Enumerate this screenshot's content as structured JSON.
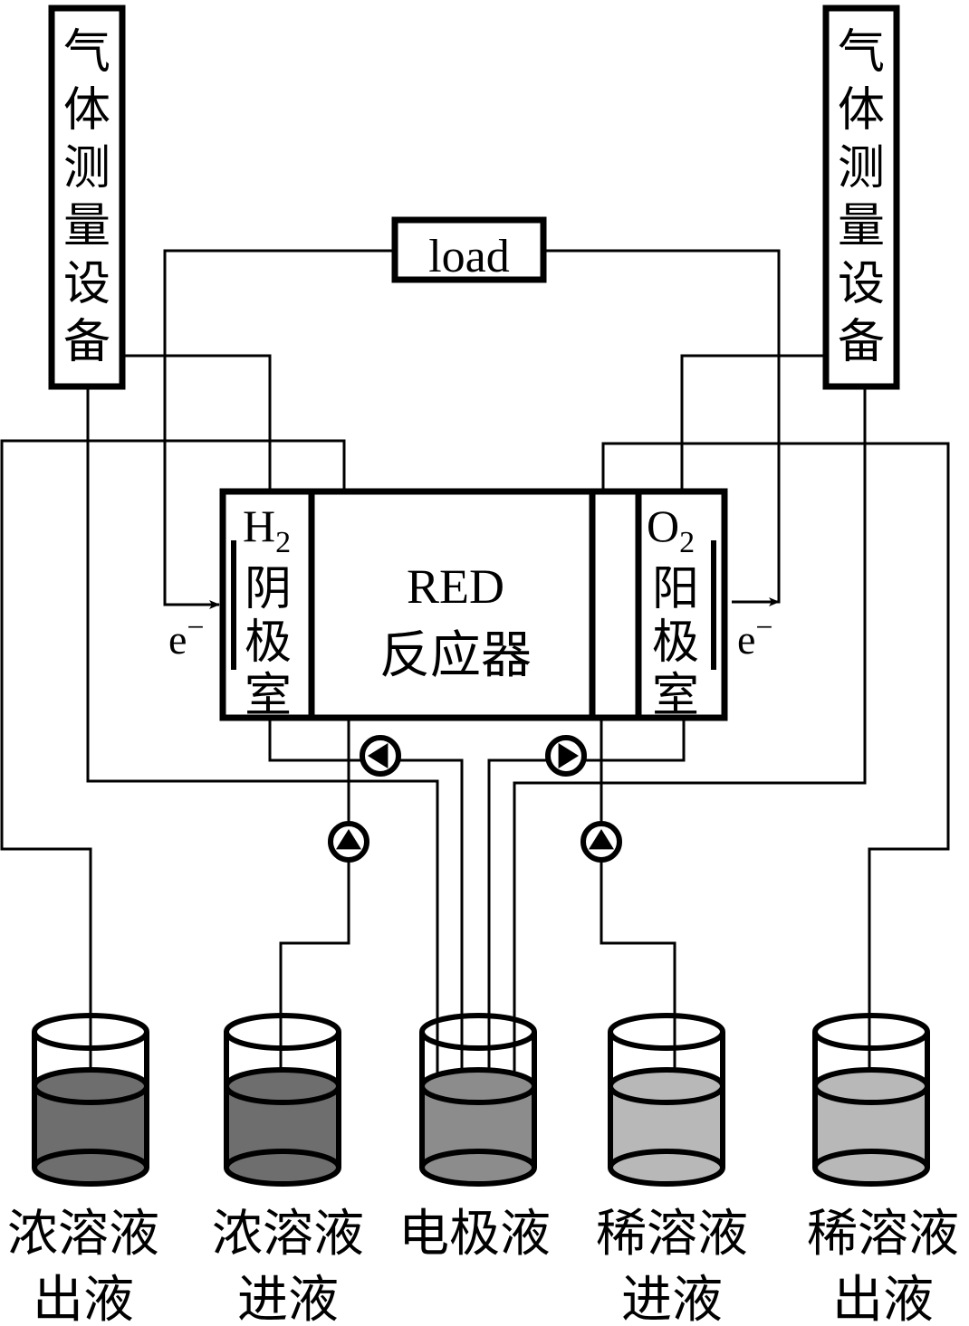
{
  "left_gas_device": {
    "label": "气体测量设备",
    "chars": [
      "气",
      "体",
      "测",
      "量",
      "设",
      "备"
    ]
  },
  "right_gas_device": {
    "label": "气体测量设备",
    "chars": [
      "气",
      "体",
      "测",
      "量",
      "设",
      "备"
    ]
  },
  "load": {
    "label": "load"
  },
  "reactor": {
    "line1": "RED",
    "line2": "反应器",
    "cathode": {
      "gas": "H",
      "gas_sub": "2",
      "chars": [
        "阴",
        "极",
        "室"
      ]
    },
    "anode": {
      "gas": "O",
      "gas_sub": "2",
      "chars": [
        "阳",
        "极",
        "室"
      ]
    }
  },
  "electron_left": {
    "symbol": "e",
    "sup": "−"
  },
  "electron_right": {
    "symbol": "e",
    "sup": "−"
  },
  "beakers": [
    {
      "line1": "浓溶液",
      "line2": "出液",
      "fill": "#6e6e6e"
    },
    {
      "line1": "浓溶液",
      "line2": "进液",
      "fill": "#6e6e6e"
    },
    {
      "line1": "电极液",
      "line2": "",
      "fill": "#8c8c8c"
    },
    {
      "line1": "稀溶液",
      "line2": "进液",
      "fill": "#b8b8b8"
    },
    {
      "line1": "稀溶液",
      "line2": "出液",
      "fill": "#b8b8b8"
    }
  ],
  "pumps": [
    {
      "name": "electrode-pump-left",
      "direction": "left"
    },
    {
      "name": "electrode-pump-right",
      "direction": "right"
    },
    {
      "name": "concentrate-pump",
      "direction": "up"
    },
    {
      "name": "dilute-pump",
      "direction": "up"
    }
  ]
}
